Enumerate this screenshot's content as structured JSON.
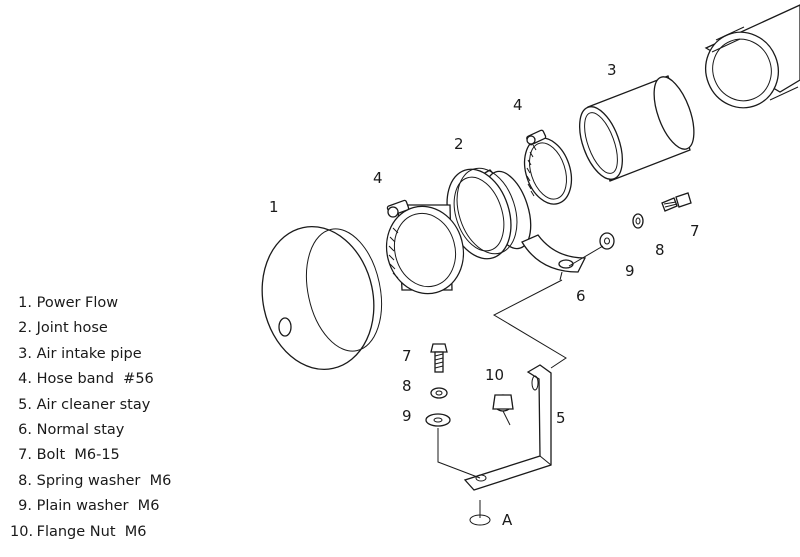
{
  "parts": [
    {
      "number": "1.",
      "name": "Power Flow"
    },
    {
      "number": "2.",
      "name": "Joint hose"
    },
    {
      "number": "3.",
      "name": "Air intake pipe"
    },
    {
      "number": "4.",
      "name": "Hose band  #56"
    },
    {
      "number": "5.",
      "name": "Air cleaner stay"
    },
    {
      "number": "6.",
      "name": "Normal stay"
    },
    {
      "number": "7.",
      "name": "Bolt  M6-15"
    },
    {
      "number": "8.",
      "name": "Spring washer  M6"
    },
    {
      "number": "9.",
      "name": "Plain washer  M6"
    },
    {
      "number": "10.",
      "name": "Flange Nut  M6"
    }
  ],
  "callouts": {
    "c1": "1",
    "c2": "2",
    "c3": "3",
    "c4a": "4",
    "c4b": "4",
    "c5": "5",
    "c6": "6",
    "c7a": "7",
    "c7b": "7",
    "c8a": "8",
    "c8b": "8",
    "c9a": "9",
    "c9b": "9",
    "c10": "10",
    "cA": "A"
  }
}
